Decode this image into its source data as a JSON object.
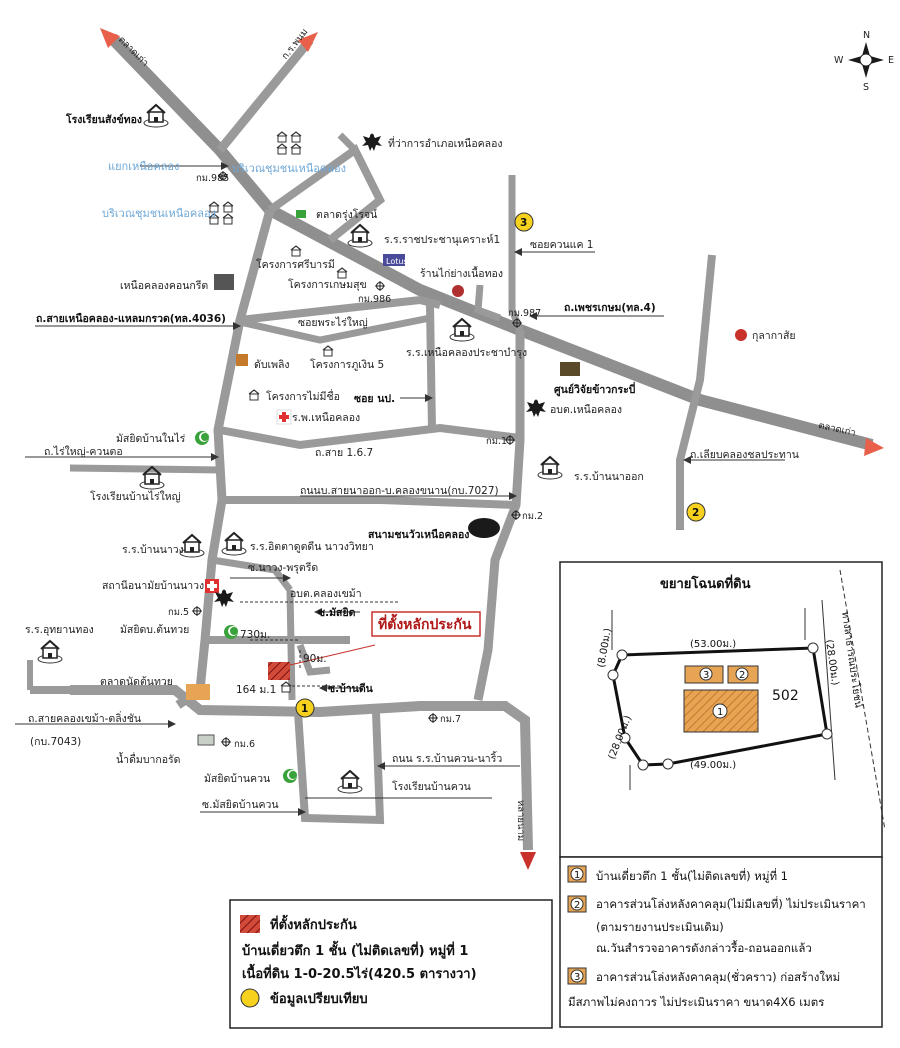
{
  "compass": {
    "n": "N",
    "s": "S",
    "w": "W",
    "e": "E"
  },
  "road_arrows": {
    "nw": "ตลาดเก่า",
    "ne": "ก.ร.พนม",
    "e": "ตลาดเก่า",
    "s": "หลายนาม"
  },
  "labels": {
    "rongrian_sangkhom": "โรงเรียนสังข์ทอง",
    "yaek_nuea_khlong": "แยกเหนือคลอง",
    "km985": "กม.985",
    "community1": "บริเวณชุมชนเหนือคลอง",
    "community2": "บริเวณชุมชนเหนือคลอง",
    "district_office": "ที่ว่าการอำเภอเหนือคลอง",
    "talat_rung": "ตลาดรุ่งโรจน์",
    "school_ratcha": "ร.ร.ราชประชานุเคราะห์1",
    "proj_sriburamee": "โครงการศรีบารมี",
    "proj_kasemsuk": "โครงการเกษมสุข",
    "lotus": "Lotus",
    "km986": "กม.986",
    "kai_yang": "ร้านไก่ย่างเนื้อทอง",
    "soi_khuan_khae": "ซอยควนแค 1",
    "nuea_khlong_concrete": "เหนือคลองคอนกรีต",
    "road_4036": "ถ.สายเหนือคลอง-แหลมกรวด(ทล.4036)",
    "soi_rai_yai": "ซอยพระไร่ใหญ่",
    "km987": "กม.987",
    "phetkasem": "ถ.เพชรเกษม(ทล.4)",
    "kulakasai": "กุลากาสัย",
    "fire_station": "ดับเพลิง",
    "proj_phuthon5": "โครงการภูเงิน 5",
    "school_prachabumrung": "ร.ร.เหนือคลองประชาบำรุง",
    "rice_center": "ศูนย์วิจัยข้าวกระบี่",
    "proj_maimi": "โครงการไม่มีชื่อ",
    "hospital": "ร.พ.เหนือคลอง",
    "soi_np": "ซอย นป.",
    "obt_nuea_khlong": "อบต.เหนือคลอง",
    "masjid_nai_rai": "มัสยิดบ้านในไร่",
    "road_167": "ถ.สาย 1.6.7",
    "km1": "กม.1",
    "road_rai_yai_khuan": "ถ.ไร่ใหญ่-ควนตอ",
    "road_khlong_chon": "ถ.เลียบคลองชลประทาน",
    "school_ban_rai_yai": "โรงเรียนบ้านไร่ใหญ่",
    "road_7027": "ถนนบ.สายนาออก-บ.คลองขนาน(กบ.7027)",
    "school_ban_na_ok": "ร.ร.บ้านนาออก",
    "km2": "กม.2",
    "stadium": "สนามชนวัวเหนือคลอง",
    "school_ban_nawong": "ร.ร.บ้านนาวง",
    "school_ittarada": "ร.ร.อิตตาดูตดีน นาวงวิทยา",
    "soi_nawong": "ซ.นาวง-พรุตรีด",
    "health_station": "สถานีอนามัยบ้านนาวง",
    "obt_khlong_khao": "อบต.คลองเขม้า",
    "km5": "กม.5",
    "soi_masjid": "ซ.มัสยิด",
    "masjid_ton_thuai": "มัสยิดบ.ต้นทวย",
    "dist730": "730ม.",
    "dist90": "90ม.",
    "collateral_site": "ที่ตั้งหลักประกัน",
    "uthayan_thong": "ร.ร.อุทยานทอง",
    "talat_ton_thuai": "ตลาดนัดต้นทวย",
    "house164": "164 ม.1",
    "soi_ban_tin": "ซ.บ้านตีน",
    "road_khlong_khao": "ถ.สายคลองเขม้า-ตลิ่งชัน",
    "road_7043": "(กบ.7043)",
    "km7": "กม.7",
    "km6": "กม.6",
    "water_plant": "น้ำดื่มบากอรัด",
    "road_khuan_nariw": "ถนน ร.ร.บ้านควน-นาริ้ว",
    "masjid_khuan": "มัสยิดบ้านควน",
    "school_khuan": "โรงเรียนบ้านควน",
    "soi_masjid_khuan": "ซ.มัสยิดบ้านควน"
  },
  "markers": {
    "m1": "1",
    "m2": "2",
    "m3": "3"
  },
  "inset": {
    "title": "ขยายโฉนดที่ดิน",
    "plot_no": "502",
    "dim_top": "(53.00ม.)",
    "dim_left_top": "(8.00ม.)",
    "dim_left": "(28.00ม.)",
    "dim_bottom": "(49.00ม.)",
    "dim_right": "(28.00ม.)",
    "public_way": "ทางสาธารณประโยชน์",
    "b1": "1",
    "b2": "2",
    "b3": "3"
  },
  "legend_right": {
    "item1_num": "1",
    "item1": "บ้านเดี่ยวตึก 1 ชั้น(ไม่ติดเลขที่) หมู่ที่ 1",
    "item2_num": "2",
    "item2_line1": "อาคารส่วนโล่งหลังคาคลุม(ไม่มีเลขที่) ไม่ประเมินราคา",
    "item2_line2": "(ตามรายงานประเมินเดิม)",
    "item2_line3": "ณ.วันสำรวจอาคารดังกล่าวรื้อ-ถอนออกแล้ว",
    "item3_num": "3",
    "item3_line1": "อาคารส่วนโล่งหลังคาคลุม(ชั่วคราว) ก่อสร้างใหม่",
    "item3_line2": "มีสภาพไม่คงถาวร ไม่ประเมินราคา ขนาด4X6 เมตร"
  },
  "legend_left": {
    "title": "ที่ตั้งหลักประกัน",
    "line1": "บ้านเดี่ยวตึก 1 ชั้น (ไม่ติดเลขที่) หมู่ที่ 1",
    "line2": "เนื้อที่ดิน 1-0-20.5ไร่(420.5 ตารางวา)",
    "line3": "ข้อมูลเปรียบเทียบ"
  },
  "colors": {
    "road": "#8f8f8f",
    "arrow_red": "#e8604a",
    "collateral": "#c8322a",
    "marker_yellow": "#f6d21e",
    "building_orange": "#e8a455",
    "masjid_green": "#3aa23a"
  }
}
